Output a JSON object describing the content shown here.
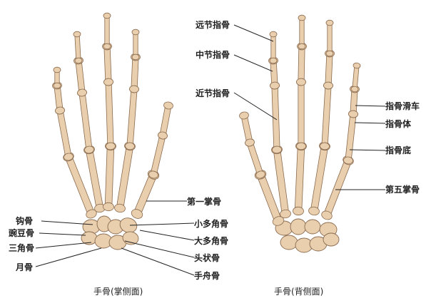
{
  "colors": {
    "bone": "#e9cfae",
    "bone_shadow": "#c99e78",
    "outline": "#8a6a4e",
    "leader": "#222222"
  },
  "palmar_view": {
    "caption": "手骨(掌侧面)",
    "labels": {
      "first_metacarpal": "第一掌骨",
      "trapezoid": "小多角骨",
      "trapezium": "大多角骨",
      "capitate": "头状骨",
      "scaphoid": "手舟骨",
      "hamate": "钩骨",
      "pisiform": "豌豆骨",
      "triquetrum": "三角骨",
      "lunate": "月骨"
    }
  },
  "dorsal_view": {
    "caption": "手骨(背侧面)",
    "labels": {
      "distal_phalanx": "远节指骨",
      "middle_phalanx": "中节指骨",
      "proximal_phalanx": "近节指骨",
      "phalanx_trochlea": "指骨滑车",
      "phalanx_body": "指骨体",
      "phalanx_base": "指骨底",
      "fifth_metacarpal": "第五掌骨"
    }
  }
}
